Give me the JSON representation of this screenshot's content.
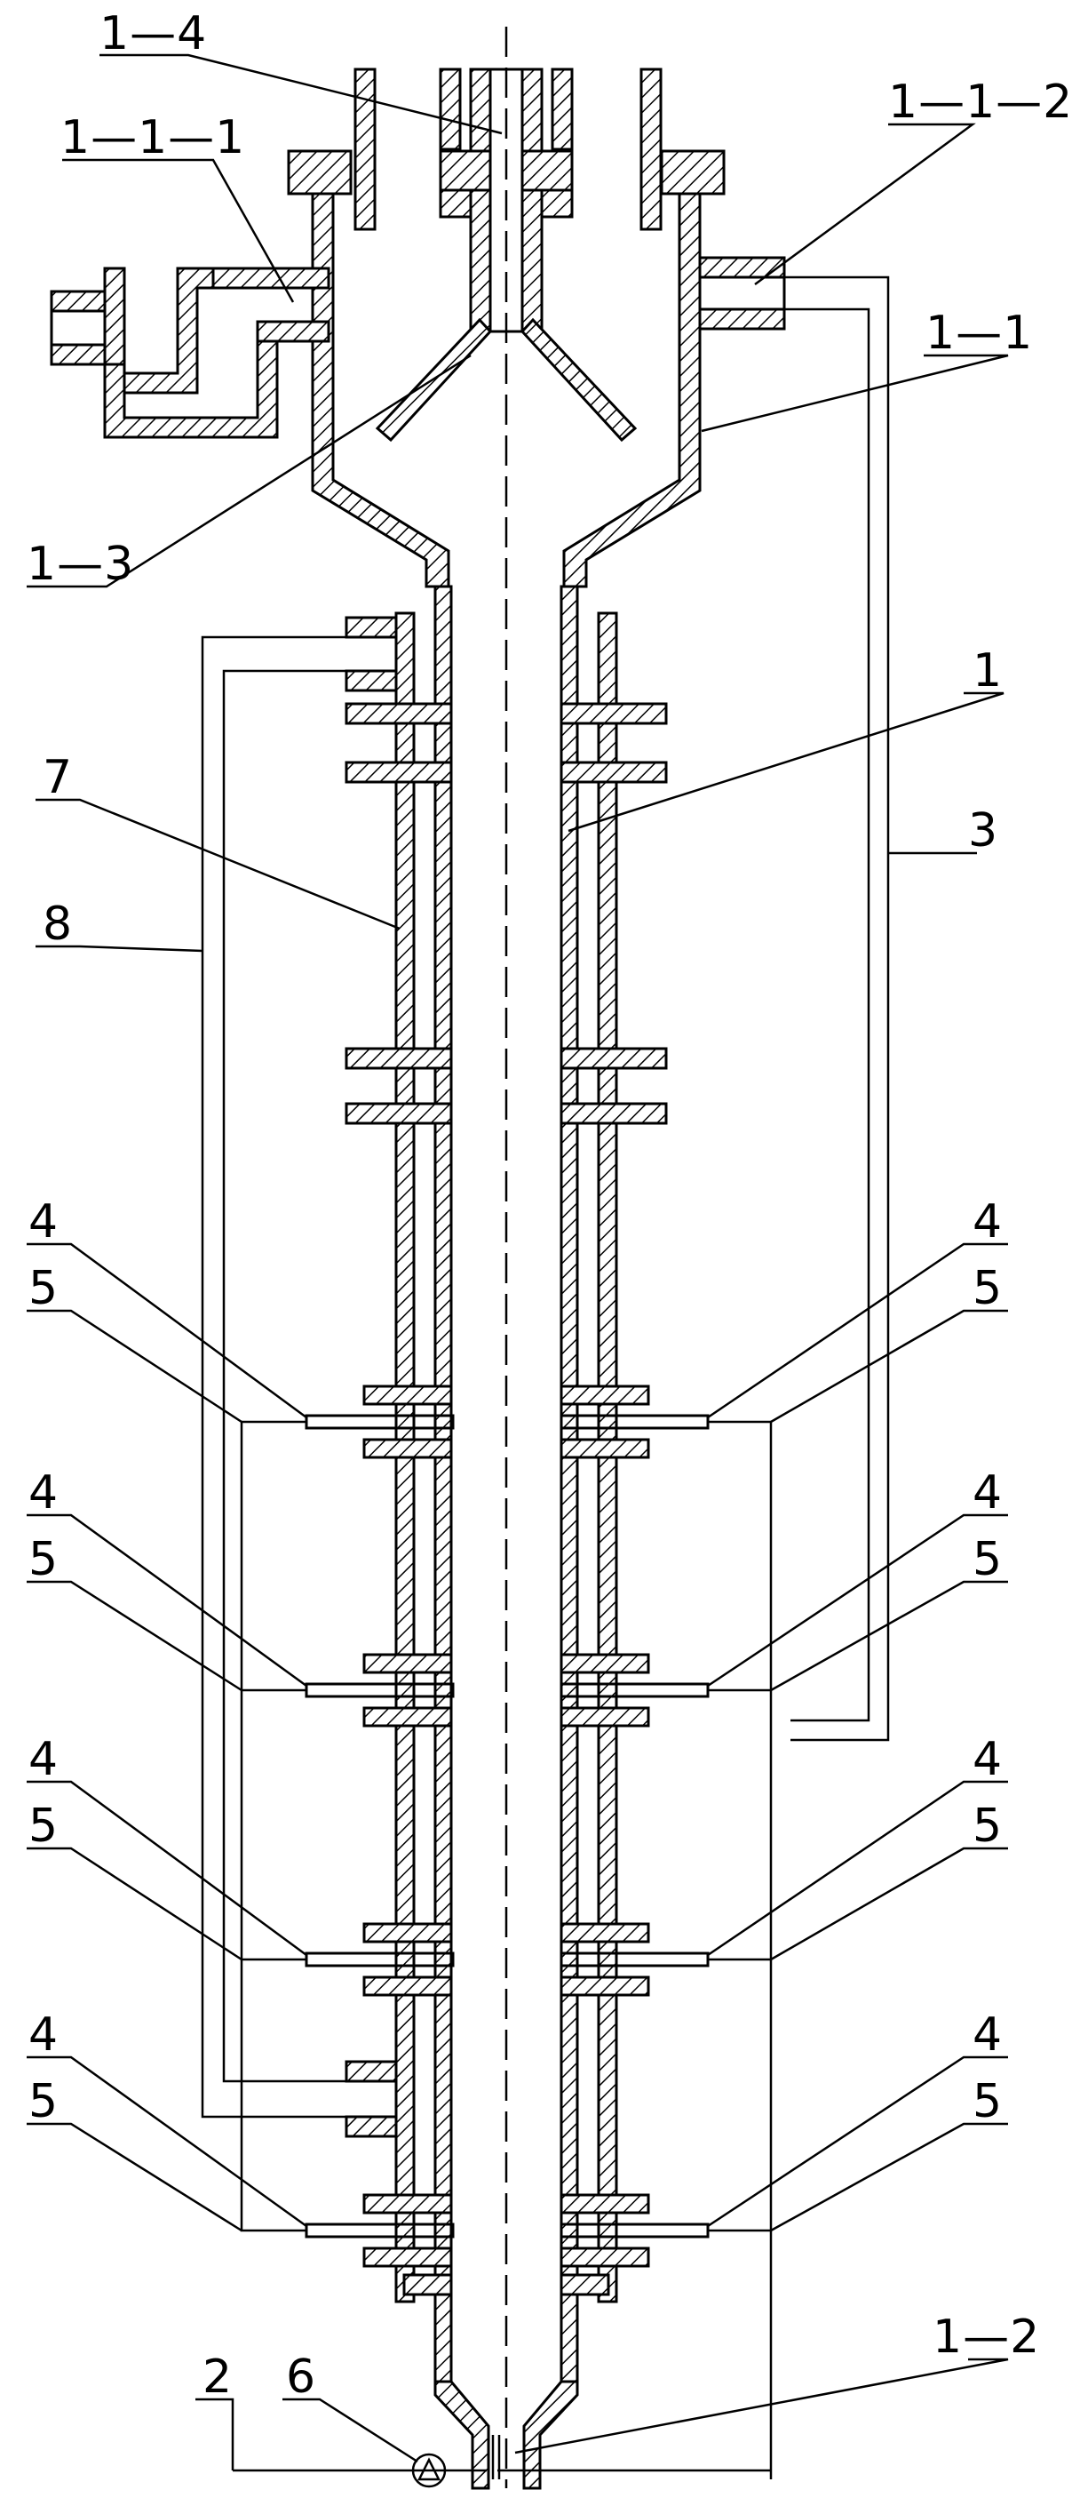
{
  "colors": {
    "line": "#000000",
    "background": "#ffffff"
  },
  "callouts": [
    {
      "id": "1-4",
      "text": "1—4"
    },
    {
      "id": "1-1-1",
      "text": "1—1—1"
    },
    {
      "id": "1-1-2",
      "text": "1—1—2"
    },
    {
      "id": "1-1",
      "text": "1—1"
    },
    {
      "id": "1-3",
      "text": "1—3"
    },
    {
      "id": "1",
      "text": "1"
    },
    {
      "id": "7",
      "text": "7"
    },
    {
      "id": "3",
      "text": "3"
    },
    {
      "id": "8",
      "text": "8"
    },
    {
      "id": "4a-l",
      "text": "4"
    },
    {
      "id": "5a-l",
      "text": "5"
    },
    {
      "id": "4a-r",
      "text": "4"
    },
    {
      "id": "5a-r",
      "text": "5"
    },
    {
      "id": "4b-l",
      "text": "4"
    },
    {
      "id": "5b-l",
      "text": "5"
    },
    {
      "id": "4b-r",
      "text": "4"
    },
    {
      "id": "5b-r",
      "text": "5"
    },
    {
      "id": "4c-l",
      "text": "4"
    },
    {
      "id": "5c-l",
      "text": "5"
    },
    {
      "id": "4c-r",
      "text": "4"
    },
    {
      "id": "5c-r",
      "text": "5"
    },
    {
      "id": "4d-l",
      "text": "4"
    },
    {
      "id": "5d-l",
      "text": "5"
    },
    {
      "id": "4d-r",
      "text": "4"
    },
    {
      "id": "5d-r",
      "text": "5"
    },
    {
      "id": "1-2",
      "text": "1—2"
    },
    {
      "id": "2",
      "text": "2"
    },
    {
      "id": "6",
      "text": "6"
    }
  ]
}
